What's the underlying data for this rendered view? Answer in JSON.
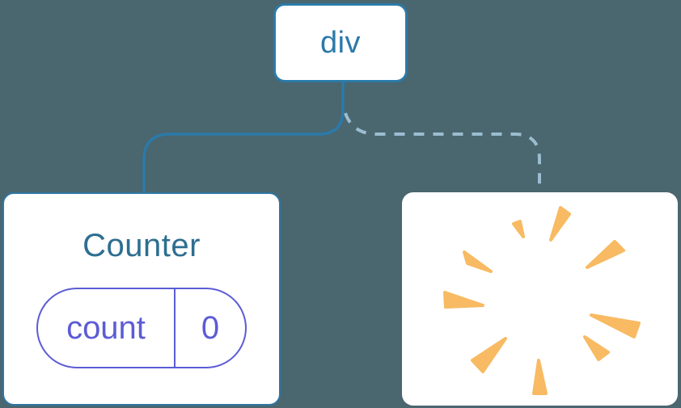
{
  "canvas": {
    "background_color": "#4a666f"
  },
  "tree": {
    "root": {
      "label": "div",
      "accent_color": "#2b7aa9"
    },
    "connectors": {
      "solid": {
        "style": "solid",
        "color": "#2b7aa9"
      },
      "dashed": {
        "style": "dashed",
        "color": "#9bbdd0"
      }
    },
    "counter": {
      "label": "Counter",
      "title_color": "#2e6e90",
      "state_pill": {
        "key": "count",
        "value": "0",
        "accent_color": "#5c5cd6"
      }
    },
    "removed": {
      "icon": "poof-icon",
      "icon_color": "#f8ba62"
    }
  }
}
